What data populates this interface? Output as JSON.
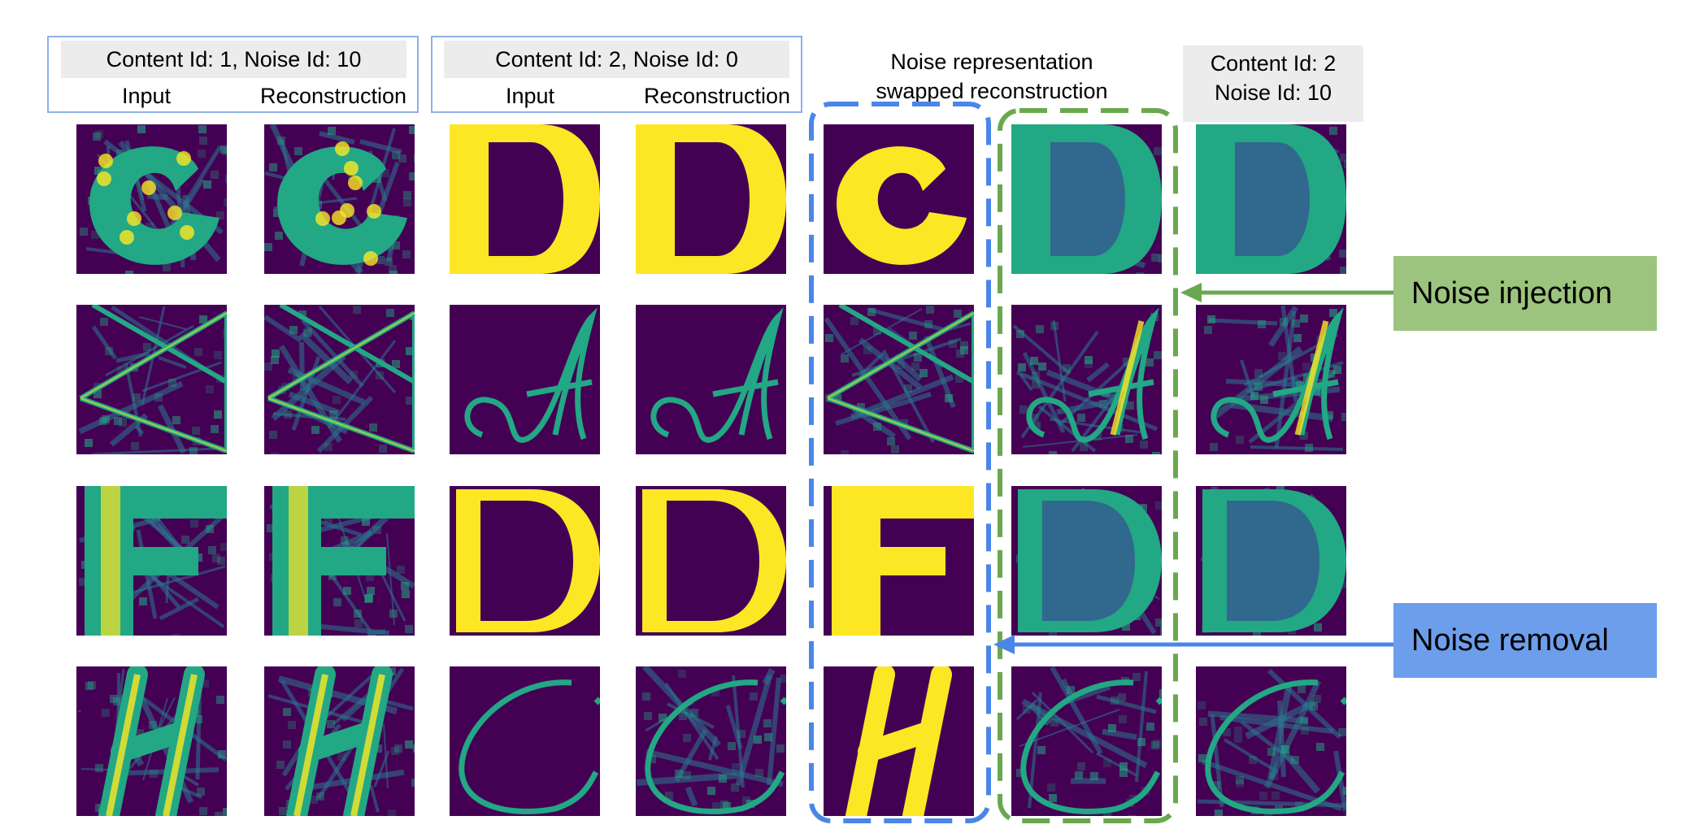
{
  "groups": [
    {
      "title": "Content Id: 1, Noise Id: 10",
      "col_input": "Input",
      "col_recon": "Reconstruction"
    },
    {
      "title": "Content Id: 2, Noise Id: 0",
      "col_input": "Input",
      "col_recon": "Reconstruction"
    }
  ],
  "swapped_header": {
    "line1": "Noise representation",
    "line2": "swapped reconstruction"
  },
  "target_header": {
    "line1": "Content Id: 2",
    "line2": "Noise Id: 10"
  },
  "callouts": {
    "injection": {
      "label": "Noise injection",
      "color": "#9cc47e",
      "arrow_color": "#6aa84f"
    },
    "removal": {
      "label": "Noise removal",
      "color": "#6d9eeb",
      "arrow_color": "#4a86e8"
    }
  },
  "colors": {
    "viridis_dark": "#440154",
    "viridis_mid": "#2a788e",
    "viridis_teal": "#22a884",
    "viridis_bright": "#fde725",
    "blue_dash": "#4a86e8",
    "green_dash": "#6aa84f"
  },
  "rows": [
    {
      "cells": [
        {
          "glyph": "C",
          "style": "noisy"
        },
        {
          "glyph": "C",
          "style": "noisy"
        },
        {
          "glyph": "D",
          "style": "clean"
        },
        {
          "glyph": "D",
          "style": "clean"
        },
        {
          "glyph": "C",
          "style": "clean"
        },
        {
          "glyph": "D",
          "style": "noisy"
        },
        {
          "glyph": "D",
          "style": "noisy"
        }
      ]
    },
    {
      "cells": [
        {
          "glyph": "triangle",
          "style": "lines"
        },
        {
          "glyph": "triangle",
          "style": "lines"
        },
        {
          "glyph": "script-A",
          "style": "script"
        },
        {
          "glyph": "script-A",
          "style": "script"
        },
        {
          "glyph": "triangle",
          "style": "lines"
        },
        {
          "glyph": "script-A",
          "style": "noisy-script"
        },
        {
          "glyph": "script-A",
          "style": "noisy-script"
        }
      ]
    },
    {
      "cells": [
        {
          "glyph": "F",
          "style": "noisy"
        },
        {
          "glyph": "F",
          "style": "noisy"
        },
        {
          "glyph": "D",
          "style": "serif"
        },
        {
          "glyph": "D",
          "style": "serif"
        },
        {
          "glyph": "F",
          "style": "clean"
        },
        {
          "glyph": "D",
          "style": "noisy-serif"
        },
        {
          "glyph": "D",
          "style": "noisy-serif"
        }
      ]
    },
    {
      "cells": [
        {
          "glyph": "H",
          "style": "noisy-italic"
        },
        {
          "glyph": "H",
          "style": "noisy-italic"
        },
        {
          "glyph": "ellipse",
          "style": "arc"
        },
        {
          "glyph": "ellipse",
          "style": "noisy-arc"
        },
        {
          "glyph": "H",
          "style": "italic"
        },
        {
          "glyph": "ellipse",
          "style": "noisy-arc"
        },
        {
          "glyph": "ellipse",
          "style": "noisy-arc"
        }
      ]
    }
  ]
}
